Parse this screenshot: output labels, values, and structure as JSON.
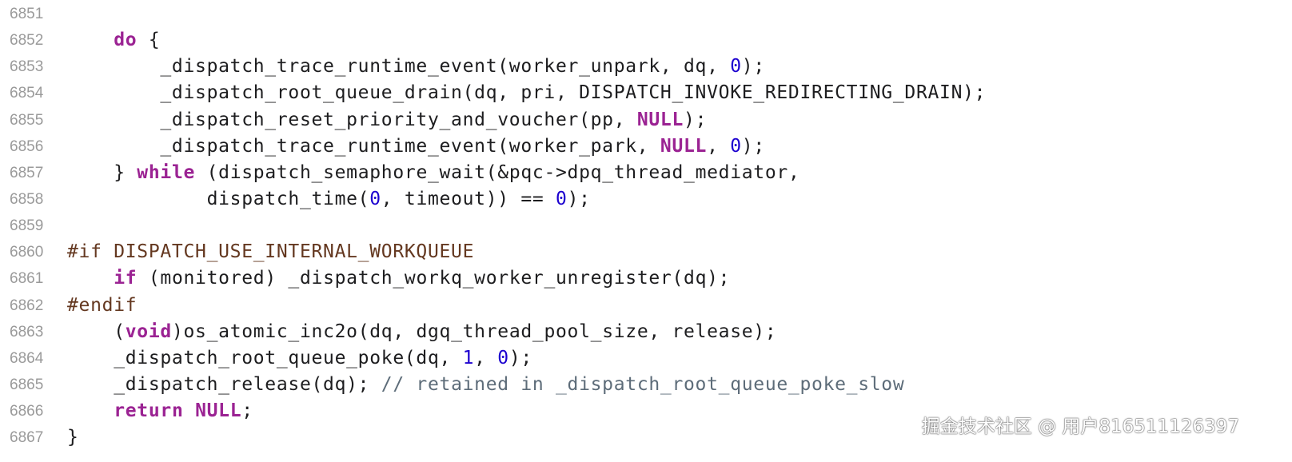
{
  "editor": {
    "lines": [
      {
        "number": "6851",
        "tokens": []
      },
      {
        "number": "6852",
        "tokens": [
          {
            "t": "    ",
            "c": "plain"
          },
          {
            "t": "do",
            "c": "kw"
          },
          {
            "t": " {",
            "c": "plain"
          }
        ]
      },
      {
        "number": "6853",
        "tokens": [
          {
            "t": "        _dispatch_trace_runtime_event(worker_unpark, dq, ",
            "c": "plain"
          },
          {
            "t": "0",
            "c": "num"
          },
          {
            "t": ");",
            "c": "plain"
          }
        ]
      },
      {
        "number": "6854",
        "tokens": [
          {
            "t": "        _dispatch_root_queue_drain(dq, pri, DISPATCH_INVOKE_REDIRECTING_DRAIN);",
            "c": "plain"
          }
        ]
      },
      {
        "number": "6855",
        "tokens": [
          {
            "t": "        _dispatch_reset_priority_and_voucher(pp, ",
            "c": "plain"
          },
          {
            "t": "NULL",
            "c": "kw"
          },
          {
            "t": ");",
            "c": "plain"
          }
        ]
      },
      {
        "number": "6856",
        "tokens": [
          {
            "t": "        _dispatch_trace_runtime_event(worker_park, ",
            "c": "plain"
          },
          {
            "t": "NULL",
            "c": "kw"
          },
          {
            "t": ", ",
            "c": "plain"
          },
          {
            "t": "0",
            "c": "num"
          },
          {
            "t": ");",
            "c": "plain"
          }
        ]
      },
      {
        "number": "6857",
        "tokens": [
          {
            "t": "    } ",
            "c": "plain"
          },
          {
            "t": "while",
            "c": "kw"
          },
          {
            "t": " (dispatch_semaphore_wait(&pqc->dpq_thread_mediator,",
            "c": "plain"
          }
        ]
      },
      {
        "number": "6858",
        "tokens": [
          {
            "t": "            dispatch_time(",
            "c": "plain"
          },
          {
            "t": "0",
            "c": "num"
          },
          {
            "t": ", timeout)) == ",
            "c": "plain"
          },
          {
            "t": "0",
            "c": "num"
          },
          {
            "t": ");",
            "c": "plain"
          }
        ]
      },
      {
        "number": "6859",
        "tokens": []
      },
      {
        "number": "6860",
        "tokens": [
          {
            "t": "#if DISPATCH_USE_INTERNAL_WORKQUEUE",
            "c": "pp"
          }
        ]
      },
      {
        "number": "6861",
        "tokens": [
          {
            "t": "    ",
            "c": "plain"
          },
          {
            "t": "if",
            "c": "kw"
          },
          {
            "t": " (monitored) _dispatch_workq_worker_unregister(dq);",
            "c": "plain"
          }
        ]
      },
      {
        "number": "6862",
        "tokens": [
          {
            "t": "#endif",
            "c": "pp"
          }
        ]
      },
      {
        "number": "6863",
        "tokens": [
          {
            "t": "    (",
            "c": "plain"
          },
          {
            "t": "void",
            "c": "kw"
          },
          {
            "t": ")os_atomic_inc2o(dq, dgq_thread_pool_size, release);",
            "c": "plain"
          }
        ]
      },
      {
        "number": "6864",
        "tokens": [
          {
            "t": "    _dispatch_root_queue_poke(dq, ",
            "c": "plain"
          },
          {
            "t": "1",
            "c": "num"
          },
          {
            "t": ", ",
            "c": "plain"
          },
          {
            "t": "0",
            "c": "num"
          },
          {
            "t": ");",
            "c": "plain"
          }
        ]
      },
      {
        "number": "6865",
        "tokens": [
          {
            "t": "    _dispatch_release(dq); ",
            "c": "plain"
          },
          {
            "t": "// retained in _dispatch_root_queue_poke_slow",
            "c": "cm"
          }
        ]
      },
      {
        "number": "6866",
        "tokens": [
          {
            "t": "    ",
            "c": "plain"
          },
          {
            "t": "return",
            "c": "kw"
          },
          {
            "t": " ",
            "c": "plain"
          },
          {
            "t": "NULL",
            "c": "kw"
          },
          {
            "t": ";",
            "c": "plain"
          }
        ]
      },
      {
        "number": "6867",
        "tokens": [
          {
            "t": "}",
            "c": "plain"
          }
        ]
      }
    ]
  },
  "watermark": {
    "text": "掘金技术社区 @ 用户816511126397"
  },
  "colors": {
    "keyword": "#9b2393",
    "number": "#1c00cf",
    "preprocessor": "#643820",
    "comment": "#5d6c79",
    "plain": "#1d1d1f",
    "line_number": "#9a9a9a",
    "background": "#ffffff"
  }
}
